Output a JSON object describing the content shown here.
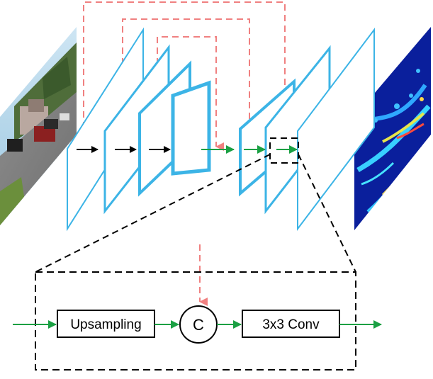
{
  "diagram": {
    "blocks": {
      "upsampling_label": "Upsampling",
      "concat_label": "C",
      "conv_label": "3x3 Conv"
    },
    "colors": {
      "layer_outline": "#3cb4e6",
      "skip_connection": "#f08080",
      "encoder_arrow": "#000000",
      "decoder_arrow": "#1aa043",
      "detail_border": "#000000",
      "heatmap_base": "#0a1f9c"
    },
    "images": {
      "input": "street-scene-photo",
      "output": "heatmap-prediction"
    }
  }
}
